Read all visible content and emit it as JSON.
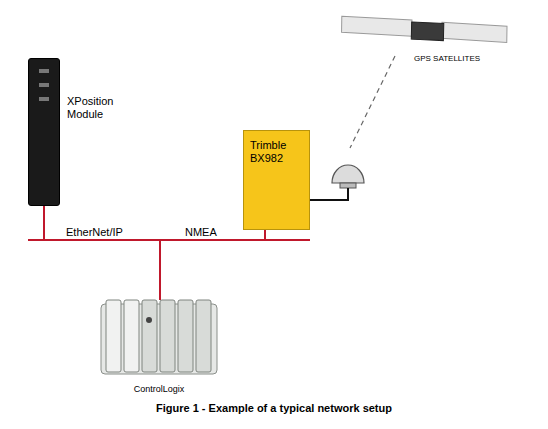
{
  "diagram": {
    "caption": "Figure 1 - Example of a typical network setup",
    "nodes": [
      {
        "text": [
          "XPosition Module"
        ]
      },
      {
        "text": [
          "Trimble BX982"
        ]
      },
      {
        "text": [
          "ControlLogix"
        ]
      }
    ],
    "edges": [
      {
        "from": 0,
        "to": 2,
        "arrow": "none",
        "label": "EtherNet/IP"
      },
      {
        "from": 1,
        "to": 2,
        "arrow": "none",
        "label": "NMEA"
      }
    ],
    "labels": [
      "GPS SATELLITES"
    ]
  }
}
